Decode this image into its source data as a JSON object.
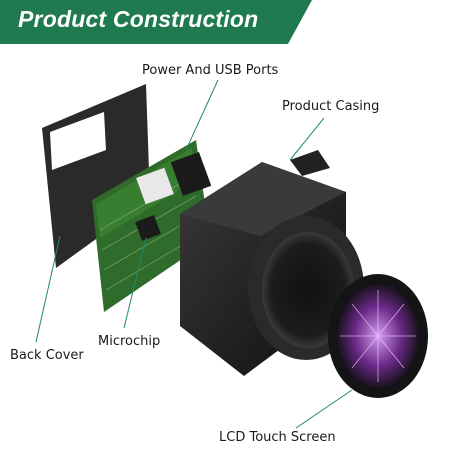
{
  "banner": {
    "title": "Product Construction",
    "color": "#1f7a4f"
  },
  "labels": {
    "power_usb": "Power And USB Ports",
    "casing": "Product Casing",
    "back_cover": "Back Cover",
    "microchip": "Microchip",
    "lcd": "LCD Touch Screen"
  },
  "colors": {
    "leader_line": "#1f8a6a",
    "pcb": "#2f6b2a",
    "casing": "#1b1b1b",
    "back_cover": "#2a2a2a",
    "screen_glow": "#c040d0"
  }
}
